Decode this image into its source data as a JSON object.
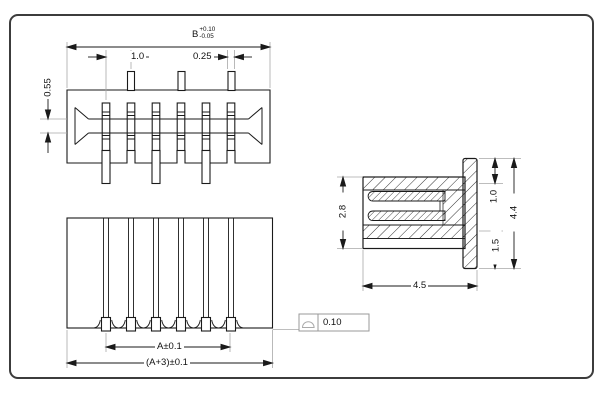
{
  "drawing": {
    "title": "connector-dimension-drawing",
    "colors": {
      "line": "#1a1a1a",
      "extension_line": "#a8a8a8",
      "frame_border": "#3c3c3c",
      "background": "#ffffff"
    },
    "top_view": {
      "width_label": "B",
      "width_tol_plus": "+0.10",
      "width_tol_minus": "-0.05",
      "pin_pitch": "1.0",
      "pin_width": "0.25",
      "slot_height": "0.55"
    },
    "front_view": {
      "pin_span": "A±0.1",
      "overall_width": "(A+3)±0.1"
    },
    "tolerance_frame": {
      "symbol": "profile-of-surface",
      "tolerance": "0.10"
    },
    "section_view": {
      "body_height": "2.8",
      "flange_top_offset": "1.0",
      "flange_bottom_offset": "1.5",
      "flange_height": "4.4",
      "body_depth": "4.5"
    }
  }
}
